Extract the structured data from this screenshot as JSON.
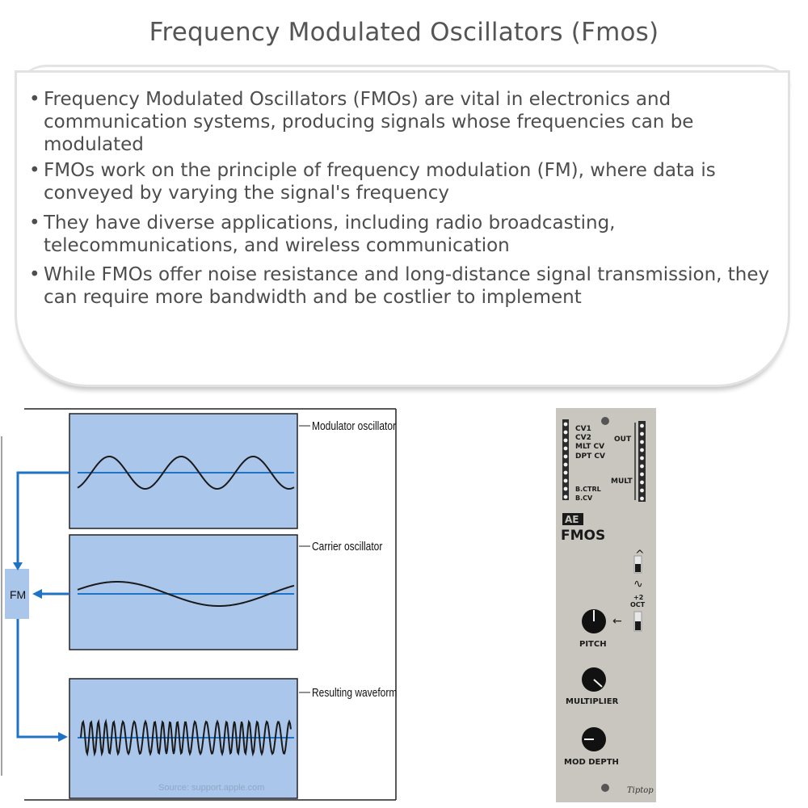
{
  "page": {
    "title": "Frequency Modulated Oscillators (Fmos)"
  },
  "bullets": [
    "Frequency Modulated Oscillators (FMOs) are vital in electronics and communication systems, producing signals whose frequencies can be modulated",
    "FMOs work on the principle of frequency modulation (FM), where data is conveyed by varying the signal's frequency",
    "They have diverse applications, including radio broadcasting, telecommunications, and wireless communication",
    "While FMOs offer noise resistance and long-distance signal transmission, they can require more bandwidth and be costlier to implement"
  ],
  "diagram": {
    "modulator_label": "Modulator oscillator",
    "carrier_label": "Carrier oscillator",
    "result_label": "Resulting waveform",
    "fm_label": "FM",
    "source": "Source: support.apple.com",
    "colors": {
      "panel": "#aac6eb",
      "line": "#1f73c4",
      "wave": "#1a1a1a"
    }
  },
  "module": {
    "inputs": [
      "CV1",
      "CV2",
      "MLT CV",
      "DPT CV"
    ],
    "ctrl": [
      "B.CTRL",
      "B.CV"
    ],
    "out_label": "OUT",
    "mult_label": "MULT",
    "brand": "AE",
    "name": "FMOS",
    "wave_up": "^",
    "wave_sine": "∿",
    "oct": "+2",
    "oct2": "OCT",
    "arrow": "←",
    "pitch": "PITCH",
    "multiplier": "MULTIPLIER",
    "mod_depth": "MOD DEPTH",
    "maker": "Tiptop",
    "colors": {
      "panel": "#c9c6bf",
      "text": "#1a1a1a"
    }
  }
}
